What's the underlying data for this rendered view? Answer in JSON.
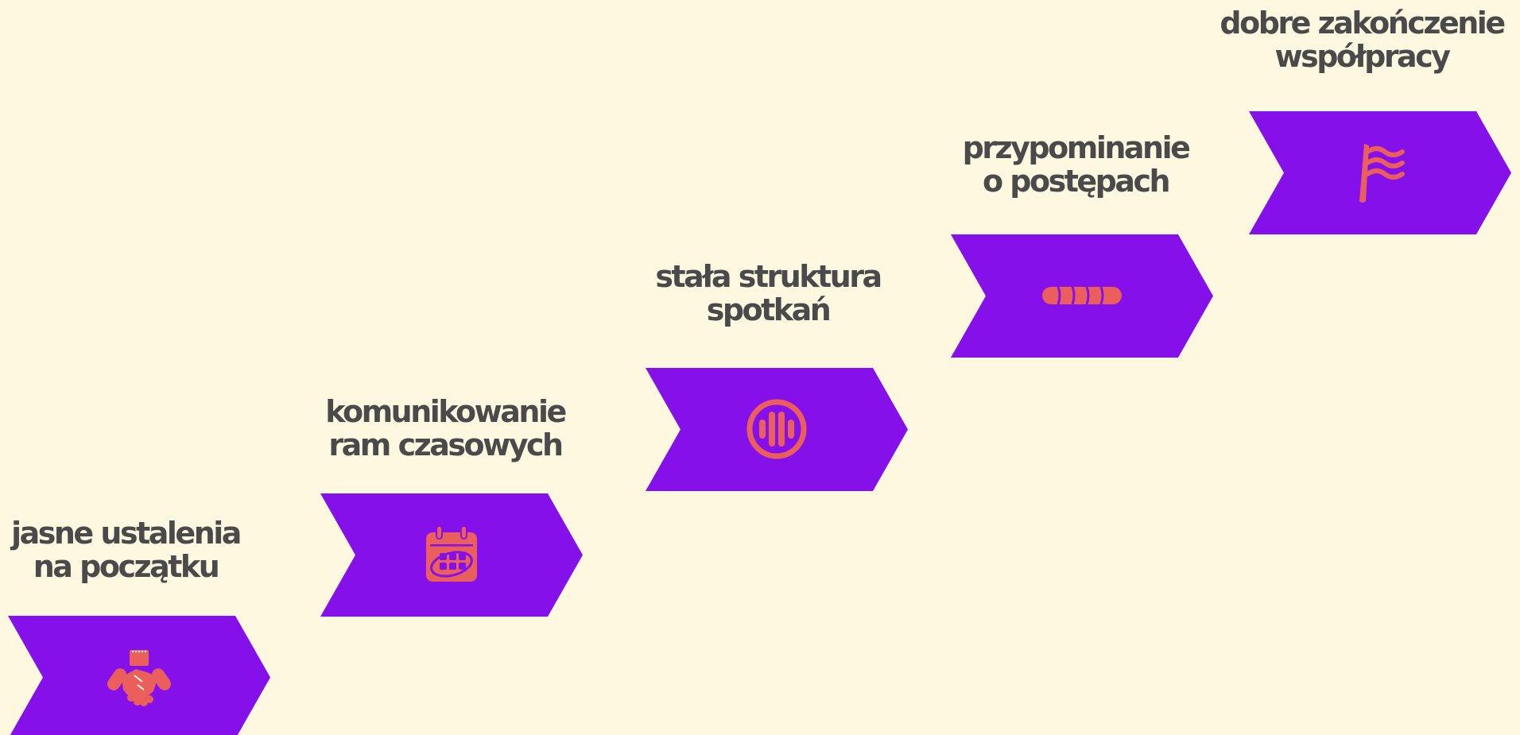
{
  "colors": {
    "background": "#FEF8E1",
    "chevron": "#8610EA",
    "icon": "#EA5F5B",
    "label": "#4A4A4A"
  },
  "steps": [
    {
      "line1": "jasne ustalenia",
      "line2": "na początku",
      "icon": "handshake-icon"
    },
    {
      "line1": "komunikowanie",
      "line2": "ram czasowych",
      "icon": "calendar-icon"
    },
    {
      "line1": "stała struktura",
      "line2": "spotkań",
      "icon": "round-bars-icon"
    },
    {
      "line1": "przypominanie",
      "line2": "o postępach",
      "icon": "progress-bar-icon"
    },
    {
      "line1": "dobre zakończenie",
      "line2": "współpracy",
      "icon": "flag-icon"
    }
  ]
}
